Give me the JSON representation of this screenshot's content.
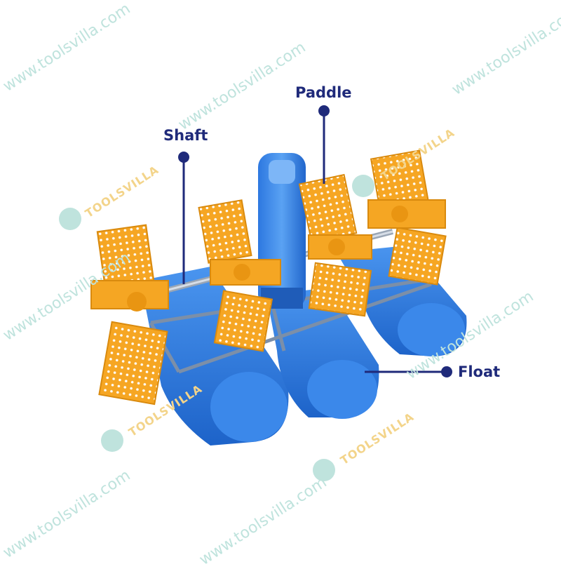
{
  "labels": {
    "paddle": "Paddle",
    "shaft": "Shaft",
    "float": "Float"
  },
  "watermark": {
    "site": "www.toolsvilla.com",
    "brand": "TOOLSVILLA"
  },
  "colors": {
    "label": "#1f2a7a",
    "paddle": "#f5a623",
    "float": "#2f7be0",
    "watermark_text": "#bfe3dd"
  }
}
